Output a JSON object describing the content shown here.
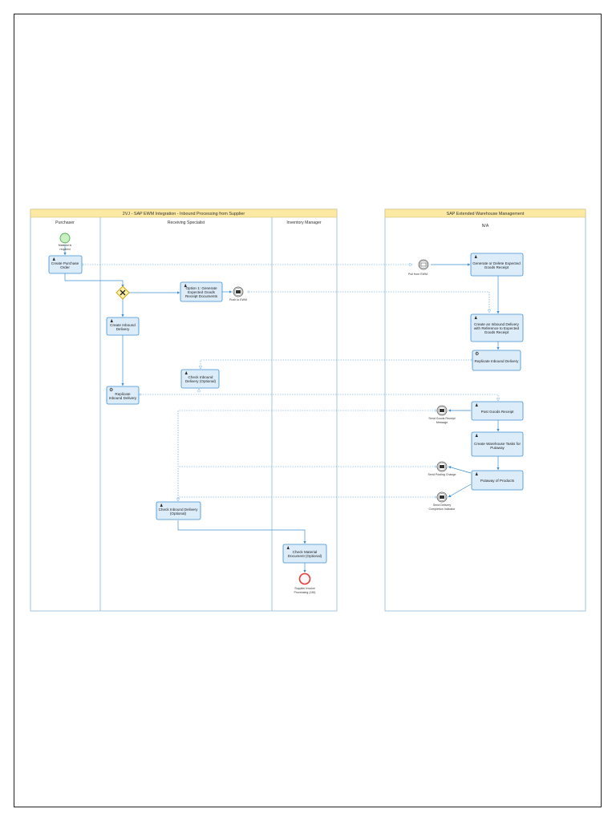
{
  "pools": [
    {
      "title": "2VJ - SAP EWM Integration - Inbound Processing from Supplier",
      "lanes": [
        "Purchaser",
        "Receiving Specialist",
        "Inventory Manager"
      ]
    },
    {
      "title": "SAP Extended Warehouse Management",
      "lanes": [
        "N/A"
      ]
    }
  ],
  "tasks": {
    "create_po": [
      "Create Purchase",
      "Order"
    ],
    "option1": [
      "Option 1: Generate",
      "Expected Goods",
      "Receipt Documents"
    ],
    "create_inbound": [
      "Create Inbound",
      "Delivery"
    ],
    "replicate_left": [
      "Replicate",
      "Inbound Delivery"
    ],
    "check_inbound_opt": [
      "Check Inbound",
      "Delivery (Optional)"
    ],
    "check_inbound_bottom": [
      "Check Inbound Delivery",
      "(Optional)"
    ],
    "check_material": [
      "Check Material",
      "Document (Optional)"
    ],
    "gen_delete": [
      "Generate or Delete Expected",
      "Goods Receipt"
    ],
    "create_ref": [
      "Create an Inbound Delivery",
      "with Reference to Expected",
      "Goods Receipt"
    ],
    "replicate_right": [
      "Replicate Inbound Delivery"
    ],
    "post_gr": [
      "Post Goods Receipt"
    ],
    "create_wt": [
      "Create Warehouse Tasks for",
      "Putaway"
    ],
    "putaway": [
      "Putaway of Products"
    ]
  },
  "events": {
    "start": [
      "Material is",
      "required"
    ],
    "end": [
      "Supplier Invoice",
      "Processing (J45)"
    ],
    "push_ewm": [
      "Push to EWM"
    ],
    "pull_ewm": [
      "Pull from EWM"
    ],
    "send_gr": [
      "Send Goods Receipt",
      "Message"
    ],
    "send_posting": [
      "Send Posting Change"
    ],
    "send_delivery": [
      "Send Delivery",
      "Completion Indicator"
    ]
  },
  "colors": {
    "pool_header": "#fbe9a4",
    "task_fill": "#dcecf9",
    "task_stroke": "#3c8fcf",
    "lane_stroke": "#8fb8d8",
    "start_fill": "#c8f0c0",
    "end_stroke": "#e53935",
    "gateway_fill": "#fff2a8"
  }
}
